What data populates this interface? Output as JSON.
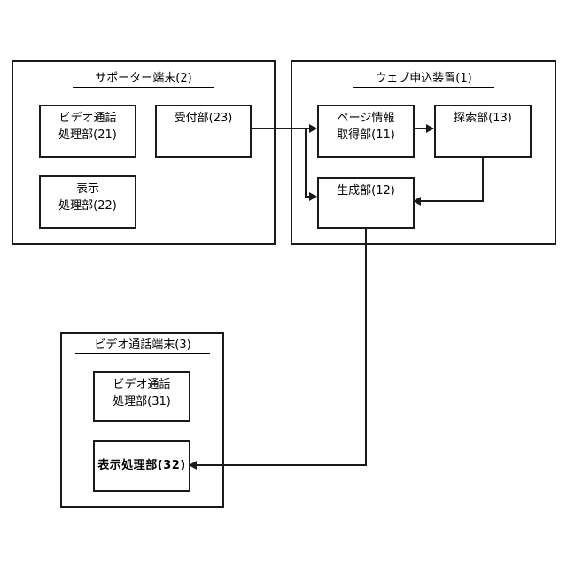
{
  "diagram": {
    "type": "block-diagram",
    "panels": [
      {
        "id": "supporter-terminal",
        "title": "サポーター端末(2)",
        "boxes": [
          {
            "id": "video-call-processor-21",
            "label": "ビデオ通話\n処理部(21)"
          },
          {
            "id": "display-processor-22",
            "label": "表示\n処理部(22)"
          },
          {
            "id": "reception-unit-23",
            "label": "受付部(23)"
          }
        ]
      },
      {
        "id": "web-application-device",
        "title": "ウェブ申込装置(1)",
        "boxes": [
          {
            "id": "page-info-acquisition-11",
            "label": "ページ情報\n取得部(11)"
          },
          {
            "id": "search-unit-13",
            "label": "探索部(13)"
          },
          {
            "id": "generation-unit-12",
            "label": "生成部(12)"
          }
        ]
      },
      {
        "id": "video-call-terminal",
        "title": "ビデオ通話端末(3)",
        "boxes": [
          {
            "id": "video-call-processor-31",
            "label": "ビデオ通話\n処理部(31)"
          },
          {
            "id": "display-processor-32",
            "label": "表示処理部(32)"
          }
        ]
      }
    ],
    "connections": [
      {
        "id": "reception-to-page-info",
        "from": "reception-unit-23",
        "to": "page-info-acquisition-11"
      },
      {
        "id": "reception-to-generation",
        "from": "reception-unit-23",
        "to": "generation-unit-12"
      },
      {
        "id": "page-info-to-search",
        "from": "page-info-acquisition-11",
        "to": "search-unit-13"
      },
      {
        "id": "search-to-generation",
        "from": "search-unit-13",
        "to": "generation-unit-12"
      },
      {
        "id": "generation-to-display-32",
        "from": "generation-unit-12",
        "to": "display-processor-32"
      }
    ],
    "colors": {
      "line": "#1a1a1a",
      "background": "#ffffff",
      "text": "#000000"
    }
  }
}
